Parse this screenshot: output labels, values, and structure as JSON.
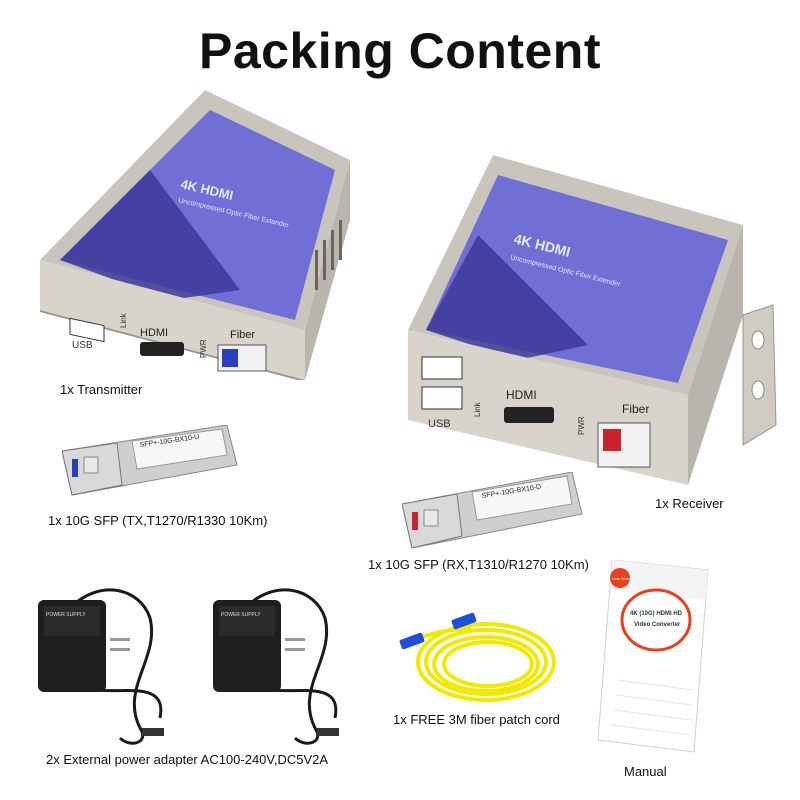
{
  "title": "Packing Content",
  "transmitter": {
    "caption": "1x Transmitter",
    "panel_title": "4K HDMI",
    "panel_subtitle": "Uncompressed Optic Fiber Extender",
    "port_usb": "USB",
    "port_link": "Link",
    "port_hdmi": "HDMI",
    "port_pwr": "PWR",
    "port_fiber": "Fiber"
  },
  "receiver": {
    "caption": "1x Receiver",
    "panel_title": "4K HDMI",
    "panel_subtitle": "Uncompressed Optic Fiber Extender",
    "port_usb": "USB",
    "port_link": "Link",
    "port_hdmi": "HDMI",
    "port_pwr": "PWR",
    "port_fiber": "Fiber"
  },
  "sfp_tx": {
    "caption": "1x 10G SFP (TX,T1270/R1330 10Km)",
    "label": "SFP+-10G-BX10-U",
    "accent": "#2a3fbf"
  },
  "sfp_rx": {
    "caption": "1x 10G SFP (RX,T1310/R1270 10Km)",
    "label": "SFP+-10G-BX10-D",
    "accent": "#c8242a"
  },
  "power_adapter": {
    "caption": "2x External power adapter AC100-240V,DC5V2A",
    "label": "POWER SUPPLY"
  },
  "patch_cord": {
    "caption": "1x FREE 3M fiber patch cord",
    "color": "#f2e800"
  },
  "manual": {
    "caption": "Manual",
    "cover_title": "4K (10G) HDMI HD",
    "cover_subtitle": "Video Converter",
    "badge": "User Manual",
    "accent": "#e8401c"
  },
  "colors": {
    "panel_purple": "#6f6fd6",
    "panel_dark": "#3e3a9a",
    "housing": "#c9c5bd"
  }
}
